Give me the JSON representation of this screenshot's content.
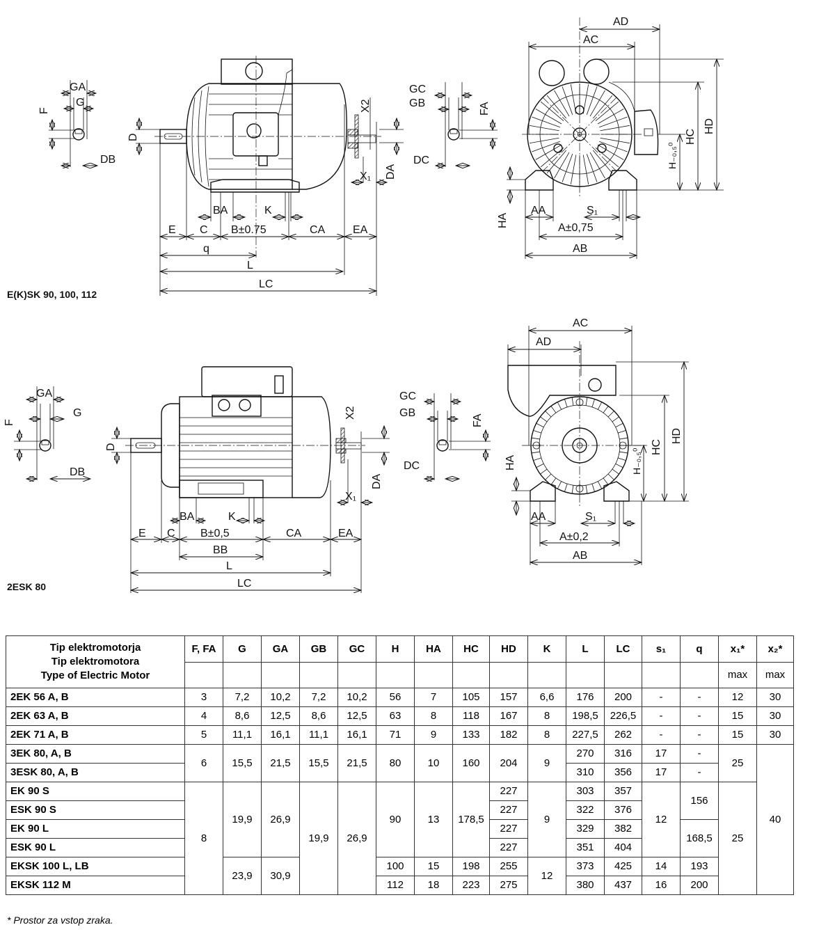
{
  "drawing_top": {
    "title": "E(K)SK 90, 100, 112",
    "labels": {
      "GA": "GA",
      "G": "G",
      "F": "F",
      "DB": "DB",
      "D": "D",
      "X2": "X2",
      "X1": "X₁",
      "DA": "DA",
      "BA": "BA",
      "K": "K",
      "E": "E",
      "C": "C",
      "B": "B±0.75",
      "CA": "CA",
      "EA": "EA",
      "q": "q",
      "L": "L",
      "LC": "LC",
      "GC": "GC",
      "GB": "GB",
      "FA": "FA",
      "DC": "DC",
      "AD": "AD",
      "AC": "AC",
      "HD": "HD",
      "HC": "HC",
      "H": "H₋₀,₅⁰",
      "HA": "HA",
      "AA": "AA",
      "S1": "S₁",
      "A": "A±0,75",
      "AB": "AB"
    }
  },
  "drawing_bottom": {
    "title": "2ESK 80",
    "labels": {
      "GA": "GA",
      "G": "G",
      "F": "F",
      "DB": "DB",
      "D": "D",
      "X2": "X2",
      "X1": "X₁",
      "DA": "DA",
      "BA": "BA",
      "K": "K",
      "E": "E",
      "C": "C",
      "B": "B±0,5",
      "CA": "CA",
      "EA": "EA",
      "BB": "BB",
      "L": "L",
      "LC": "LC",
      "GC": "GC",
      "GB": "GB",
      "FA": "FA",
      "DC": "DC",
      "AC": "AC",
      "AD": "AD",
      "HD": "HD",
      "HC": "HC",
      "H": "H₋₀,₅⁰",
      "HA": "HA",
      "AA": "AA",
      "S1": "S₁",
      "A": "A±0,2",
      "AB": "AB"
    }
  },
  "table": {
    "type_header": [
      "Tip elektromotorja",
      "Tip elektromotora",
      "Type of Electric Motor"
    ],
    "columns": [
      "F, FA",
      "G",
      "GA",
      "GB",
      "GC",
      "H",
      "HA",
      "HC",
      "HD",
      "K",
      "L",
      "LC",
      "s₁",
      "q",
      "x₁*",
      "x₂*"
    ],
    "subheader": [
      "",
      "",
      "",
      "",
      "",
      "",
      "",
      "",
      "",
      "",
      "",
      "",
      "",
      "",
      "max",
      "max"
    ],
    "rows": [
      {
        "name": "2EK 56 A, B",
        "cells": [
          [
            "3"
          ],
          [
            "7,2"
          ],
          [
            "10,2"
          ],
          [
            "7,2"
          ],
          [
            "10,2"
          ],
          [
            "56"
          ],
          [
            "7"
          ],
          [
            "105"
          ],
          [
            "157"
          ],
          [
            "6,6"
          ],
          [
            "176"
          ],
          [
            "200"
          ],
          [
            "-"
          ],
          [
            "-"
          ],
          [
            "12"
          ],
          [
            "30"
          ]
        ]
      },
      {
        "name": "2EK 63 A, B",
        "cells": [
          [
            "4"
          ],
          [
            "8,6"
          ],
          [
            "12,5"
          ],
          [
            "8,6"
          ],
          [
            "12,5"
          ],
          [
            "63"
          ],
          [
            "8"
          ],
          [
            "118"
          ],
          [
            "167"
          ],
          [
            "8"
          ],
          [
            "198,5"
          ],
          [
            "226,5"
          ],
          [
            "-"
          ],
          [
            "-"
          ],
          [
            "15"
          ],
          [
            "30"
          ]
        ]
      },
      {
        "name": "2EK 71 A, B",
        "cells": [
          [
            "5"
          ],
          [
            "11,1"
          ],
          [
            "16,1"
          ],
          [
            "11,1"
          ],
          [
            "16,1"
          ],
          [
            "71"
          ],
          [
            "9"
          ],
          [
            "133"
          ],
          [
            "182"
          ],
          [
            "8"
          ],
          [
            "227,5"
          ],
          [
            "262"
          ],
          [
            "-"
          ],
          [
            "-"
          ],
          [
            "15"
          ],
          [
            "30"
          ]
        ]
      },
      {
        "name": "3EK 80, A, B",
        "cells": [
          [
            "6",
            2
          ],
          [
            "15,5",
            2
          ],
          [
            "21,5",
            2
          ],
          [
            "15,5",
            2
          ],
          [
            "21,5",
            2
          ],
          [
            "80",
            2
          ],
          [
            "10",
            2
          ],
          [
            "160",
            2
          ],
          [
            "204",
            2
          ],
          [
            "9",
            2
          ],
          [
            "270"
          ],
          [
            "316"
          ],
          [
            "17"
          ],
          [
            "-"
          ],
          [
            "25",
            2
          ],
          [
            "40",
            8
          ]
        ]
      },
      {
        "name": "3ESK 80, A, B",
        "cells": [
          [
            "310"
          ],
          [
            "356"
          ],
          [
            "17"
          ],
          [
            "-"
          ]
        ]
      },
      {
        "name": "EK 90 S",
        "cells": [
          [
            "8",
            6
          ],
          [
            "19,9",
            4
          ],
          [
            "26,9",
            4
          ],
          [
            "19,9",
            6
          ],
          [
            "26,9",
            6
          ],
          [
            "90",
            4
          ],
          [
            "13",
            4
          ],
          [
            "178,5",
            4
          ],
          [
            "227"
          ],
          [
            "9",
            4
          ],
          [
            "303"
          ],
          [
            "357"
          ],
          [
            "12",
            4
          ],
          [
            "156",
            2
          ],
          [
            "25",
            6
          ]
        ]
      },
      {
        "name": "ESK 90 S",
        "cells": [
          [
            "227"
          ],
          [
            "322"
          ],
          [
            "376"
          ]
        ]
      },
      {
        "name": "EK 90 L",
        "cells": [
          [
            "227"
          ],
          [
            "329"
          ],
          [
            "382"
          ],
          [
            "168,5",
            2
          ]
        ]
      },
      {
        "name": "ESK 90 L",
        "cells": [
          [
            "227"
          ],
          [
            "351"
          ],
          [
            "404"
          ]
        ]
      },
      {
        "name": "EKSK 100 L, LB",
        "cells": [
          [
            "23,9",
            2
          ],
          [
            "30,9",
            2
          ],
          [
            "100"
          ],
          [
            "15"
          ],
          [
            "198"
          ],
          [
            "255"
          ],
          [
            "12",
            2
          ],
          [
            "373"
          ],
          [
            "425"
          ],
          [
            "14"
          ],
          [
            "193"
          ]
        ]
      },
      {
        "name": "EKSK 112 M",
        "cells": [
          [
            "112"
          ],
          [
            "18"
          ],
          [
            "223"
          ],
          [
            "275"
          ],
          [
            "380"
          ],
          [
            "437"
          ],
          [
            "16"
          ],
          [
            "200"
          ]
        ]
      }
    ]
  },
  "footnote": "* Prostor za vstop zraka."
}
